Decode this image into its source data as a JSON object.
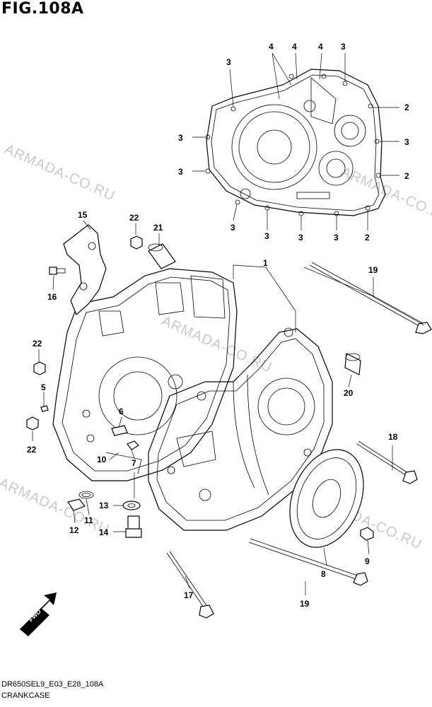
{
  "figure": {
    "title": "FIG.108A",
    "model_code": "DR650SEL9_E03_E28_108A",
    "caption": "CRANKCASE"
  },
  "watermark": {
    "text": "ARMADA-CO.RU"
  },
  "callouts": {
    "p1": "1",
    "p2": "2",
    "p3": "3",
    "p4": "4",
    "p5": "5",
    "p6": "6",
    "p7": "7",
    "p8": "8",
    "p9": "9",
    "p10": "10",
    "p11": "11",
    "p12": "12",
    "p13": "13",
    "p14": "14",
    "p15": "15",
    "p16": "16",
    "p17": "17",
    "p18": "18",
    "p19": "19",
    "p20": "20",
    "p21": "21",
    "p22": "22"
  },
  "fwd_label": "FWD"
}
